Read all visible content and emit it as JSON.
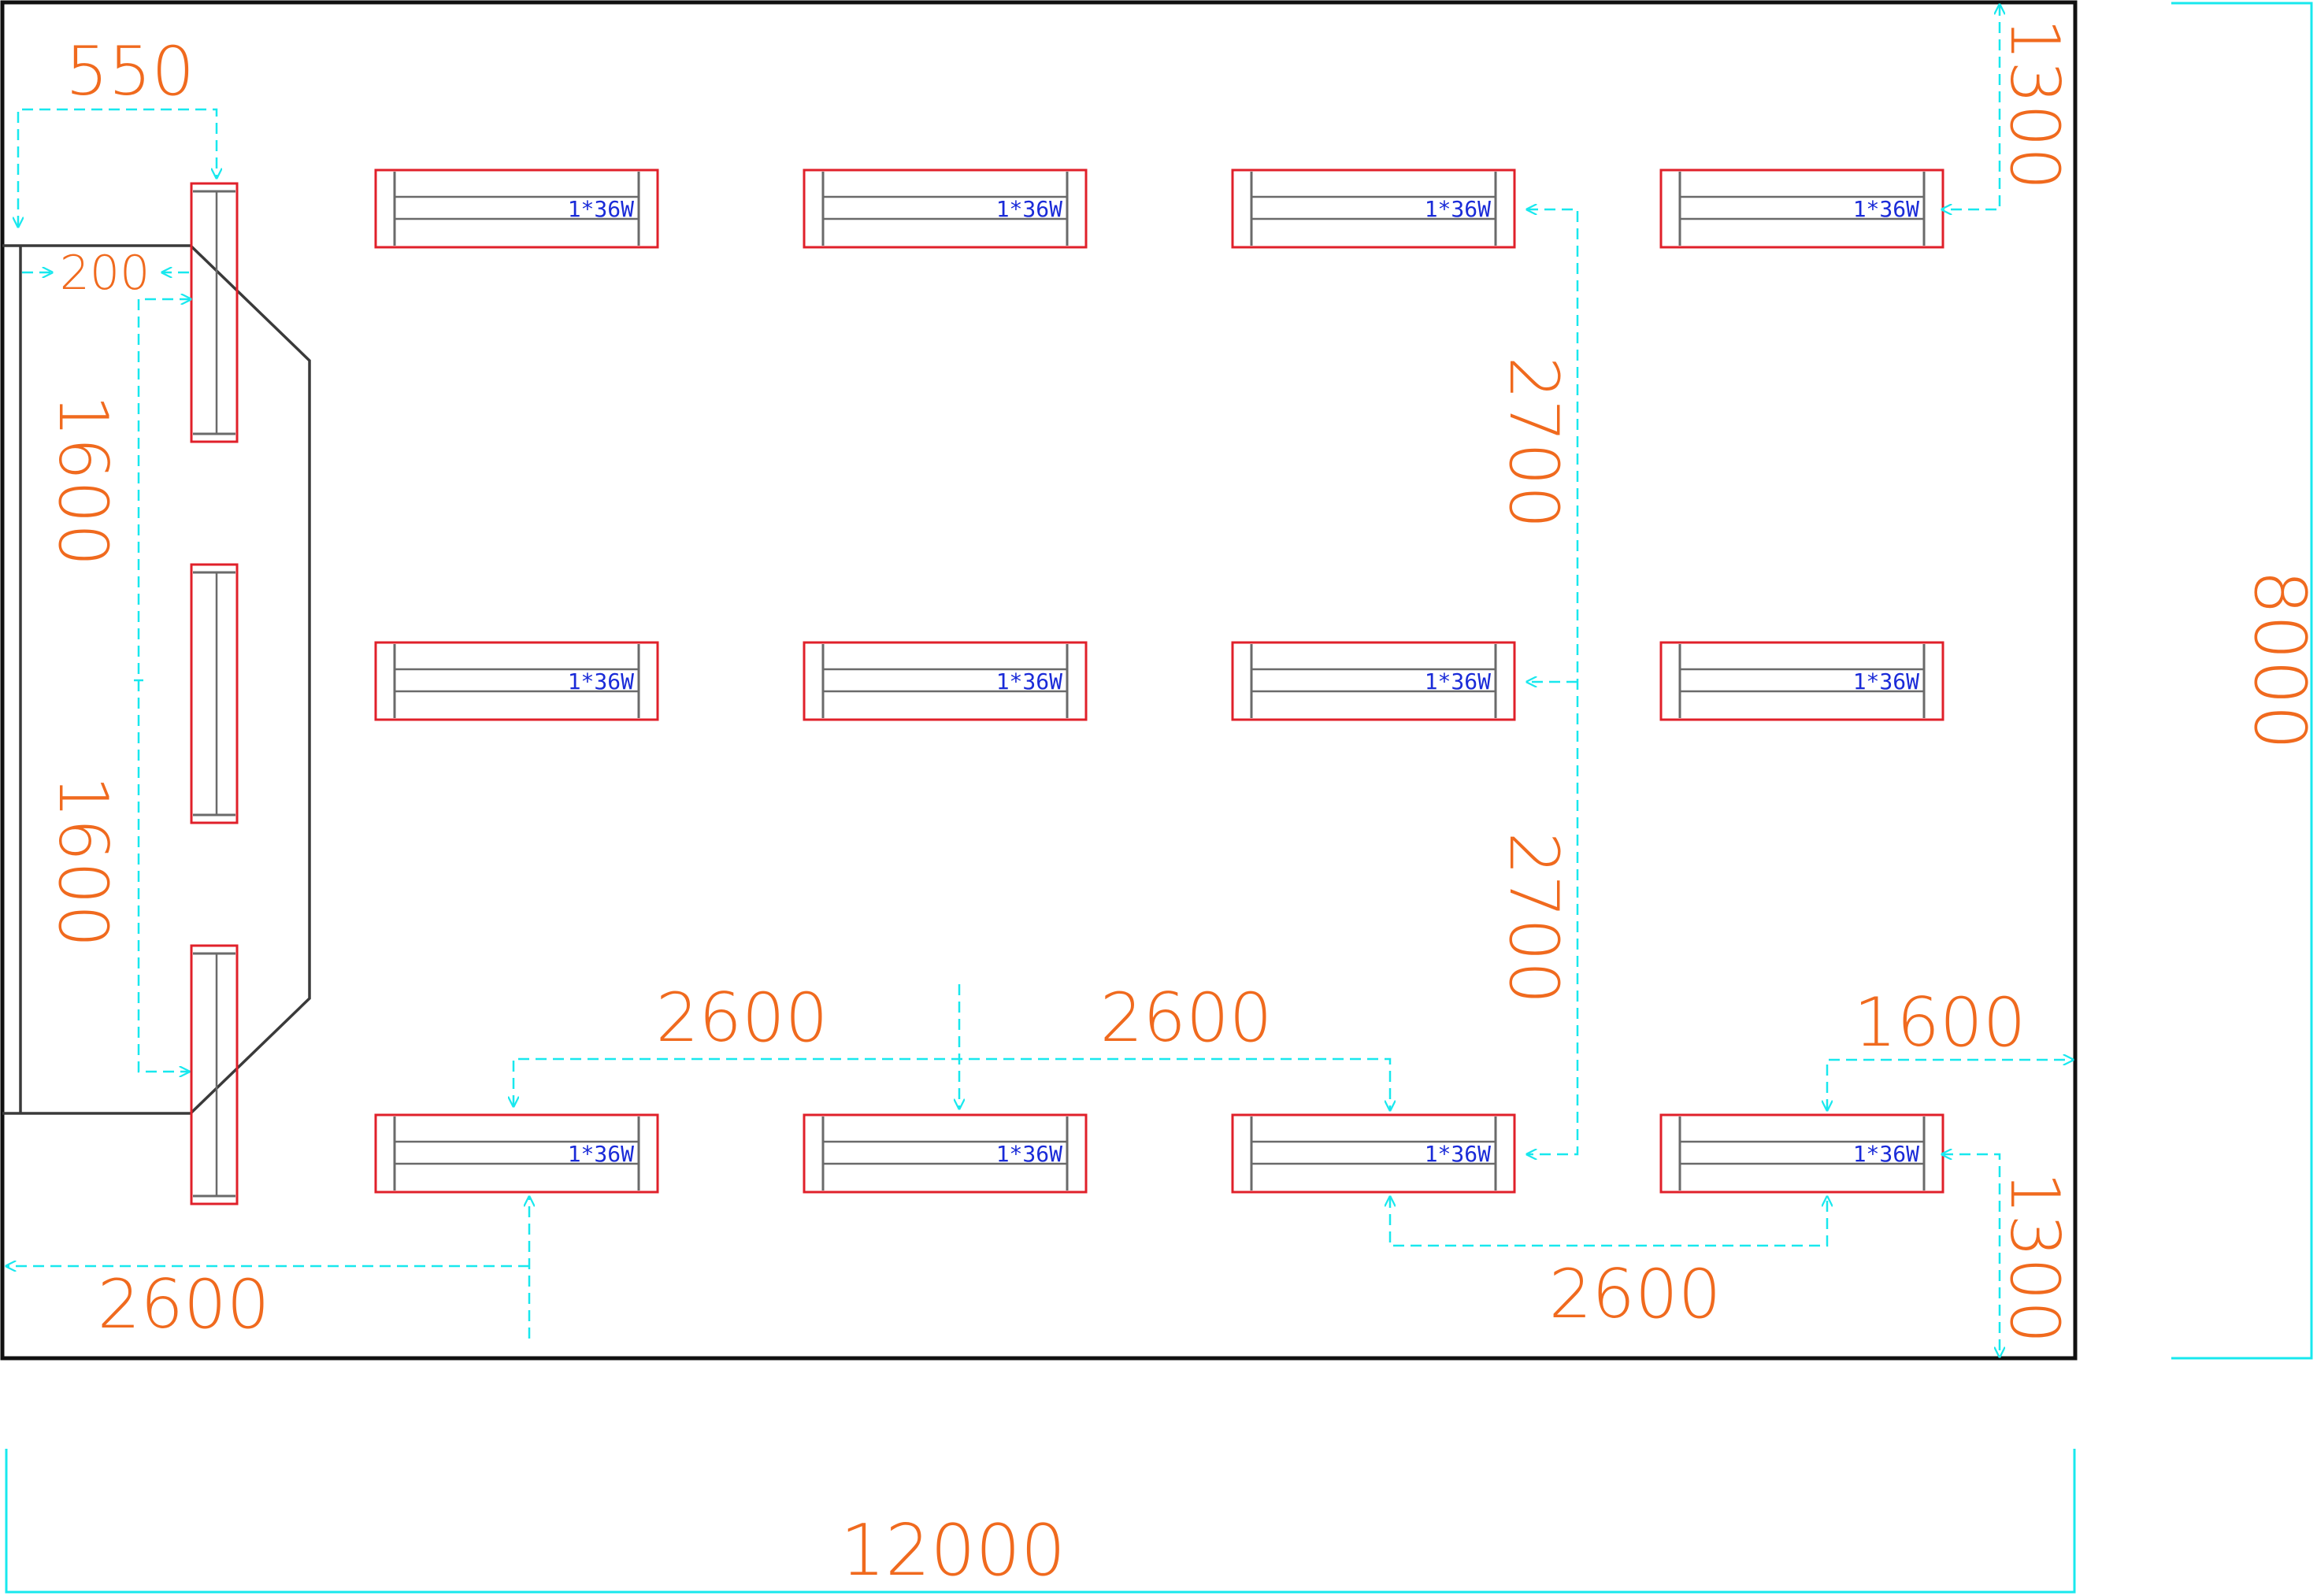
{
  "colors": {
    "wall": "#111111",
    "podium": "#3a3a3a",
    "lamp_frame": "#e0202a",
    "lamp_inner": "#6a6a6a",
    "lamp_label": "#1a2bd8",
    "dimension_line": "#18e8ee",
    "dimension_text": "#f06a1e"
  },
  "lamp_label": "1*36W",
  "dimensions": {
    "lamp_offset_550": "550",
    "podium_gap_200": "200",
    "board_spacing_1": "1600",
    "board_spacing_2": "1600",
    "row_spacing_1": "2700",
    "row_spacing_2": "2700",
    "top_margin": "1300",
    "bottom_margin": "1300",
    "col_spacing_a": "2600",
    "col_spacing_b": "2600",
    "col_spacing_c": "2600",
    "left_margin": "2600",
    "right_margin": "1600",
    "room_width": "12000",
    "room_depth": "8000"
  }
}
